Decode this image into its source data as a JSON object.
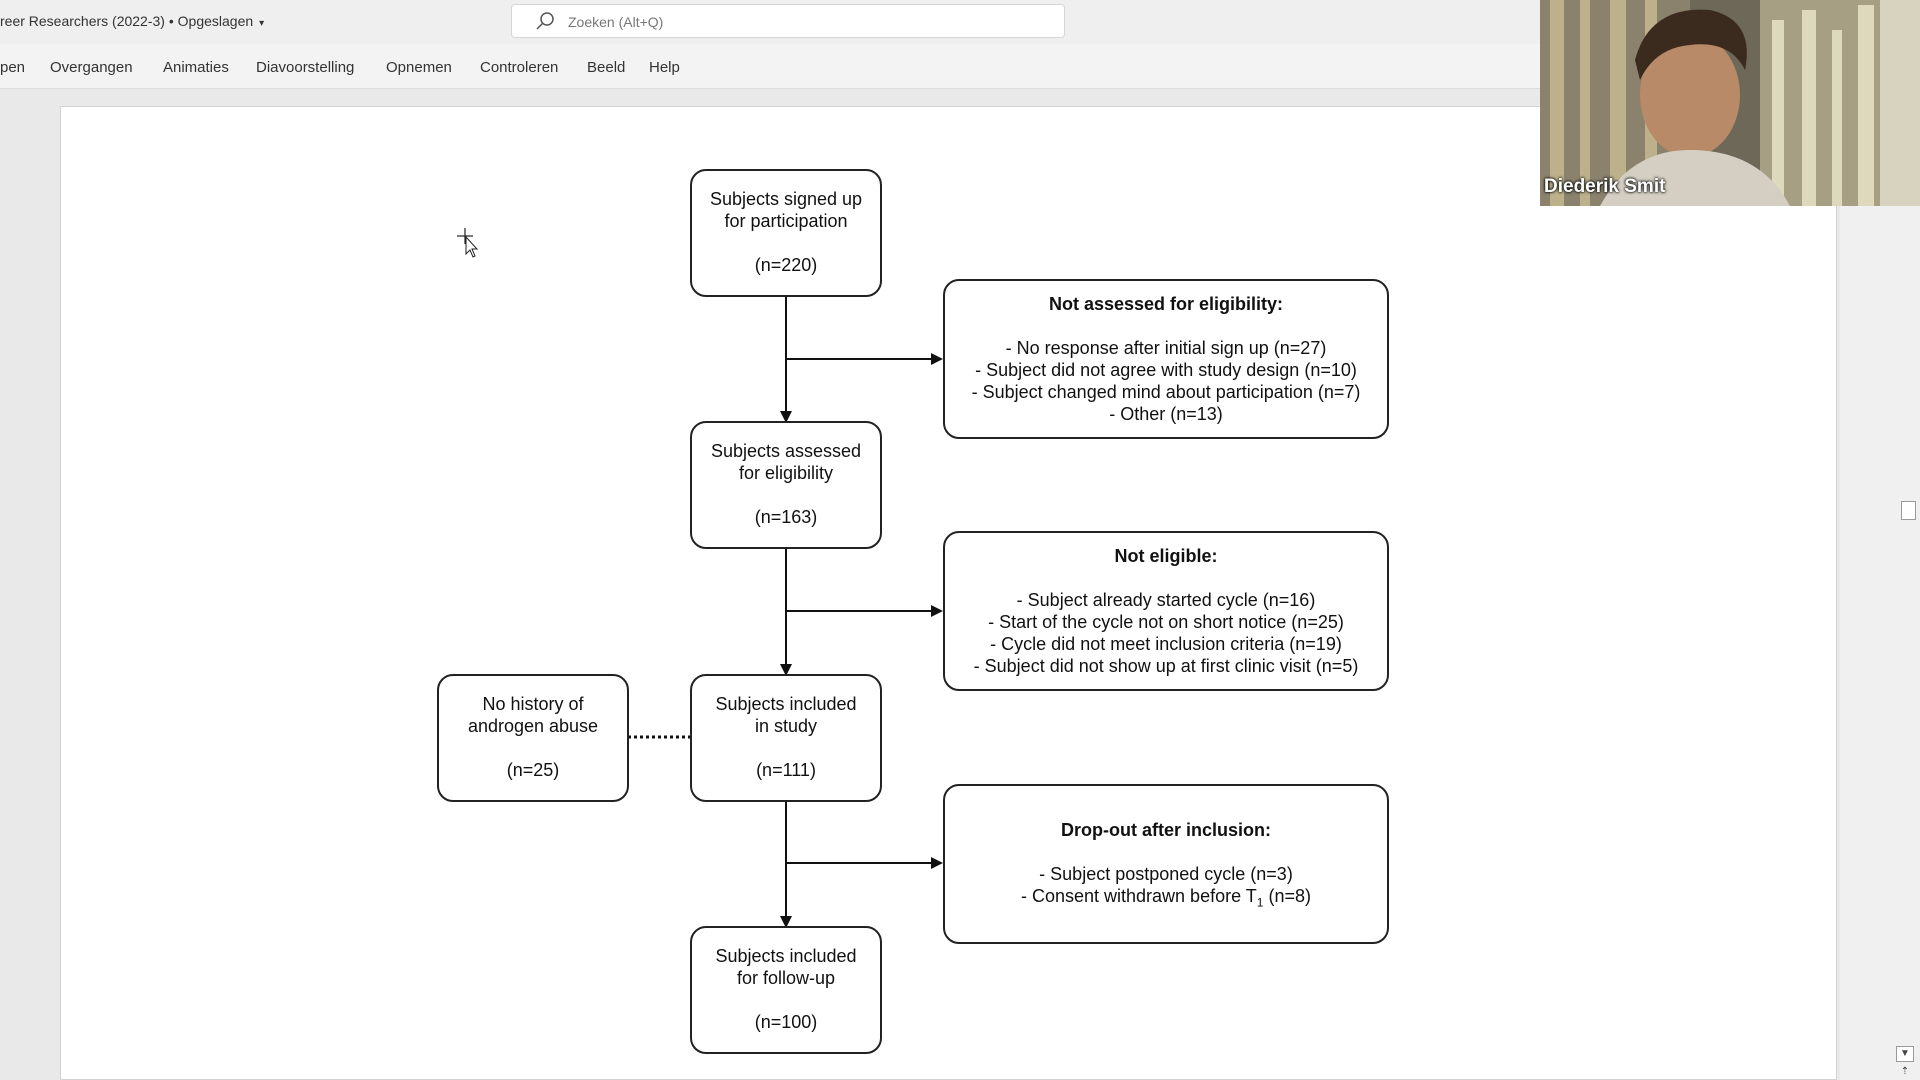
{
  "titlebar": {
    "doc_title": "reer Researchers (2022-3) • Opgeslagen",
    "search_placeholder": "Zoeken (Alt+Q)"
  },
  "ribbon": {
    "tabs": [
      "pen",
      "Overgangen",
      "Animaties",
      "Diavoorstelling",
      "Opnemen",
      "Controleren",
      "Beeld",
      "Help"
    ]
  },
  "flowchart": {
    "signed_up": {
      "text": "Subjects signed up for participation",
      "n": "(n=220)"
    },
    "assessed": {
      "text": "Subjects assessed for eligibility",
      "n": "(n=163)"
    },
    "included": {
      "text": "Subjects included in study",
      "n": "(n=111)"
    },
    "follow_up": {
      "text": "Subjects included for follow-up",
      "n": "(n=100)"
    },
    "no_history": {
      "text": "No history of androgen abuse",
      "n": "(n=25)"
    },
    "not_assessed": {
      "heading": "Not assessed for eligibility:",
      "lines": [
        "- No response after initial sign up (n=27)",
        "- Subject did not agree with study design (n=10)",
        "- Subject changed mind about participation (n=7)",
        "- Other (n=13)"
      ]
    },
    "not_eligible": {
      "heading": "Not eligible:",
      "lines": [
        "- Subject already started cycle (n=16)",
        "- Start of the cycle not on short notice (n=25)",
        "- Cycle did not meet inclusion criteria (n=19)",
        "- Subject did not show up at first clinic visit (n=5)"
      ]
    },
    "dropout": {
      "heading": "Drop-out after inclusion:",
      "lines": [
        "- Subject postponed cycle (n=3)",
        "- Consent withdrawn before T",
        "1",
        " (n=8)"
      ]
    }
  },
  "webcam": {
    "speaker_name": "Diederik Smit"
  },
  "colors": {
    "box_border": "#222222",
    "slide_bg": "#ffffff",
    "app_bg": "#e9e9e9"
  }
}
